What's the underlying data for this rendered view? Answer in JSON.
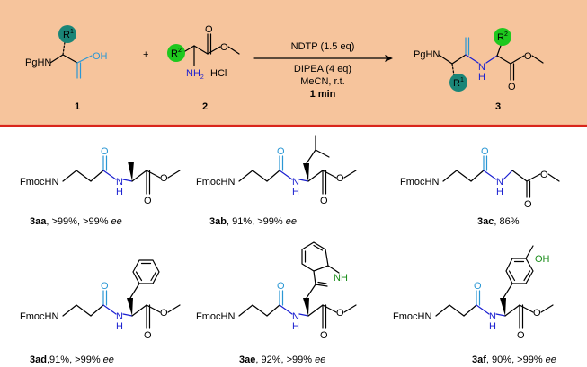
{
  "colors": {
    "panel_bg": "#f6c49c",
    "divider": "#d9261c",
    "r1_circle": "#1a8577",
    "r2_circle": "#1ec81e",
    "carbonyl_o": "#2a97d4",
    "amide_n": "#1a1fd0",
    "time_red": "#e8140c",
    "nh_green": "#1a8d1a"
  },
  "reaction": {
    "reactant1": {
      "pg": "PgHN",
      "r": "R",
      "r_sup": "1",
      "oh": "OH",
      "number": "1"
    },
    "plus": "+",
    "reactant2": {
      "r": "R",
      "r_sup": "2",
      "nh2": "NH",
      "nh2_sub": "2",
      "hcl": "HCl",
      "number": "2"
    },
    "conditions": {
      "above": "NDTP (1.5 eq)",
      "line1": "DIPEA (4 eq)",
      "line2": "MeCN, r.t.",
      "time": "1 min"
    },
    "product": {
      "pg": "PgHN",
      "r1": "R",
      "r1_sup": "1",
      "r2": "R",
      "r2_sup": "2",
      "n": "N",
      "h": "H",
      "number": "3"
    }
  },
  "text": {
    "fmoc": "FmocHN",
    "n": "N",
    "h": "H",
    "nh": "NH",
    "oh": "OH"
  },
  "products": [
    {
      "id": "3aa",
      "sep": ",  ",
      "yield": ">99%",
      "ee_value": ",  >99% ",
      "ee_label": "ee"
    },
    {
      "id": "3ab",
      "sep": ", ",
      "yield": "91%",
      "ee_value": ", >99% ",
      "ee_label": "ee"
    },
    {
      "id": "3ac",
      "sep": ", ",
      "yield": "86%",
      "ee_value": "",
      "ee_label": ""
    },
    {
      "id": "3ad",
      "sep": ",",
      "yield": "91%",
      "ee_value": ",  >99% ",
      "ee_label": "ee"
    },
    {
      "id": "3ae",
      "sep": ", ",
      "yield": "92%",
      "ee_value": ",  >99% ",
      "ee_label": "ee"
    },
    {
      "id": "3af",
      "sep": ", ",
      "yield": "90%",
      "ee_value": ",  >99% ",
      "ee_label": "ee"
    }
  ]
}
